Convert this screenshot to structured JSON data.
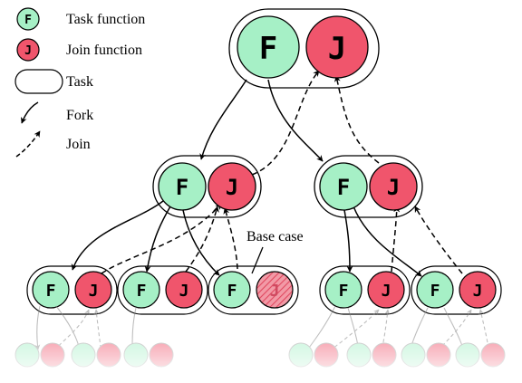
{
  "legend": {
    "task_function_icon": "F",
    "task_function_label": "Task function",
    "join_function_icon": "J",
    "join_function_label": "Join function",
    "task_label": "Task",
    "fork_label": "Fork",
    "join_label": "Join"
  },
  "node_letters": {
    "task": "F",
    "join": "J"
  },
  "annotation": {
    "base_case": "Base case"
  },
  "colors": {
    "task_fill": "#a6f0c6",
    "join_fill": "#f0556c",
    "outline": "#000000",
    "background": "#ffffff"
  }
}
